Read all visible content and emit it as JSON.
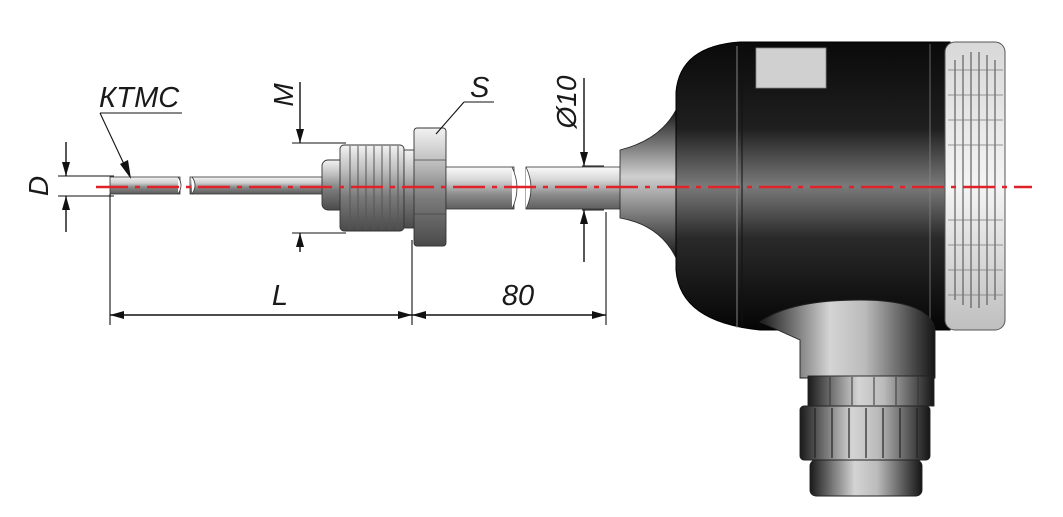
{
  "labels": {
    "sensor_type": "КТМС",
    "diameter": "D",
    "thread": "M",
    "wrench_size": "S",
    "tube_diameter": "Ø10",
    "length": "L",
    "neck_length": "80"
  },
  "colors": {
    "centerline": "#e0232a",
    "outline": "#111111",
    "housing_dark": "#0c0c0c",
    "metal_light": "#e8e8e8"
  }
}
